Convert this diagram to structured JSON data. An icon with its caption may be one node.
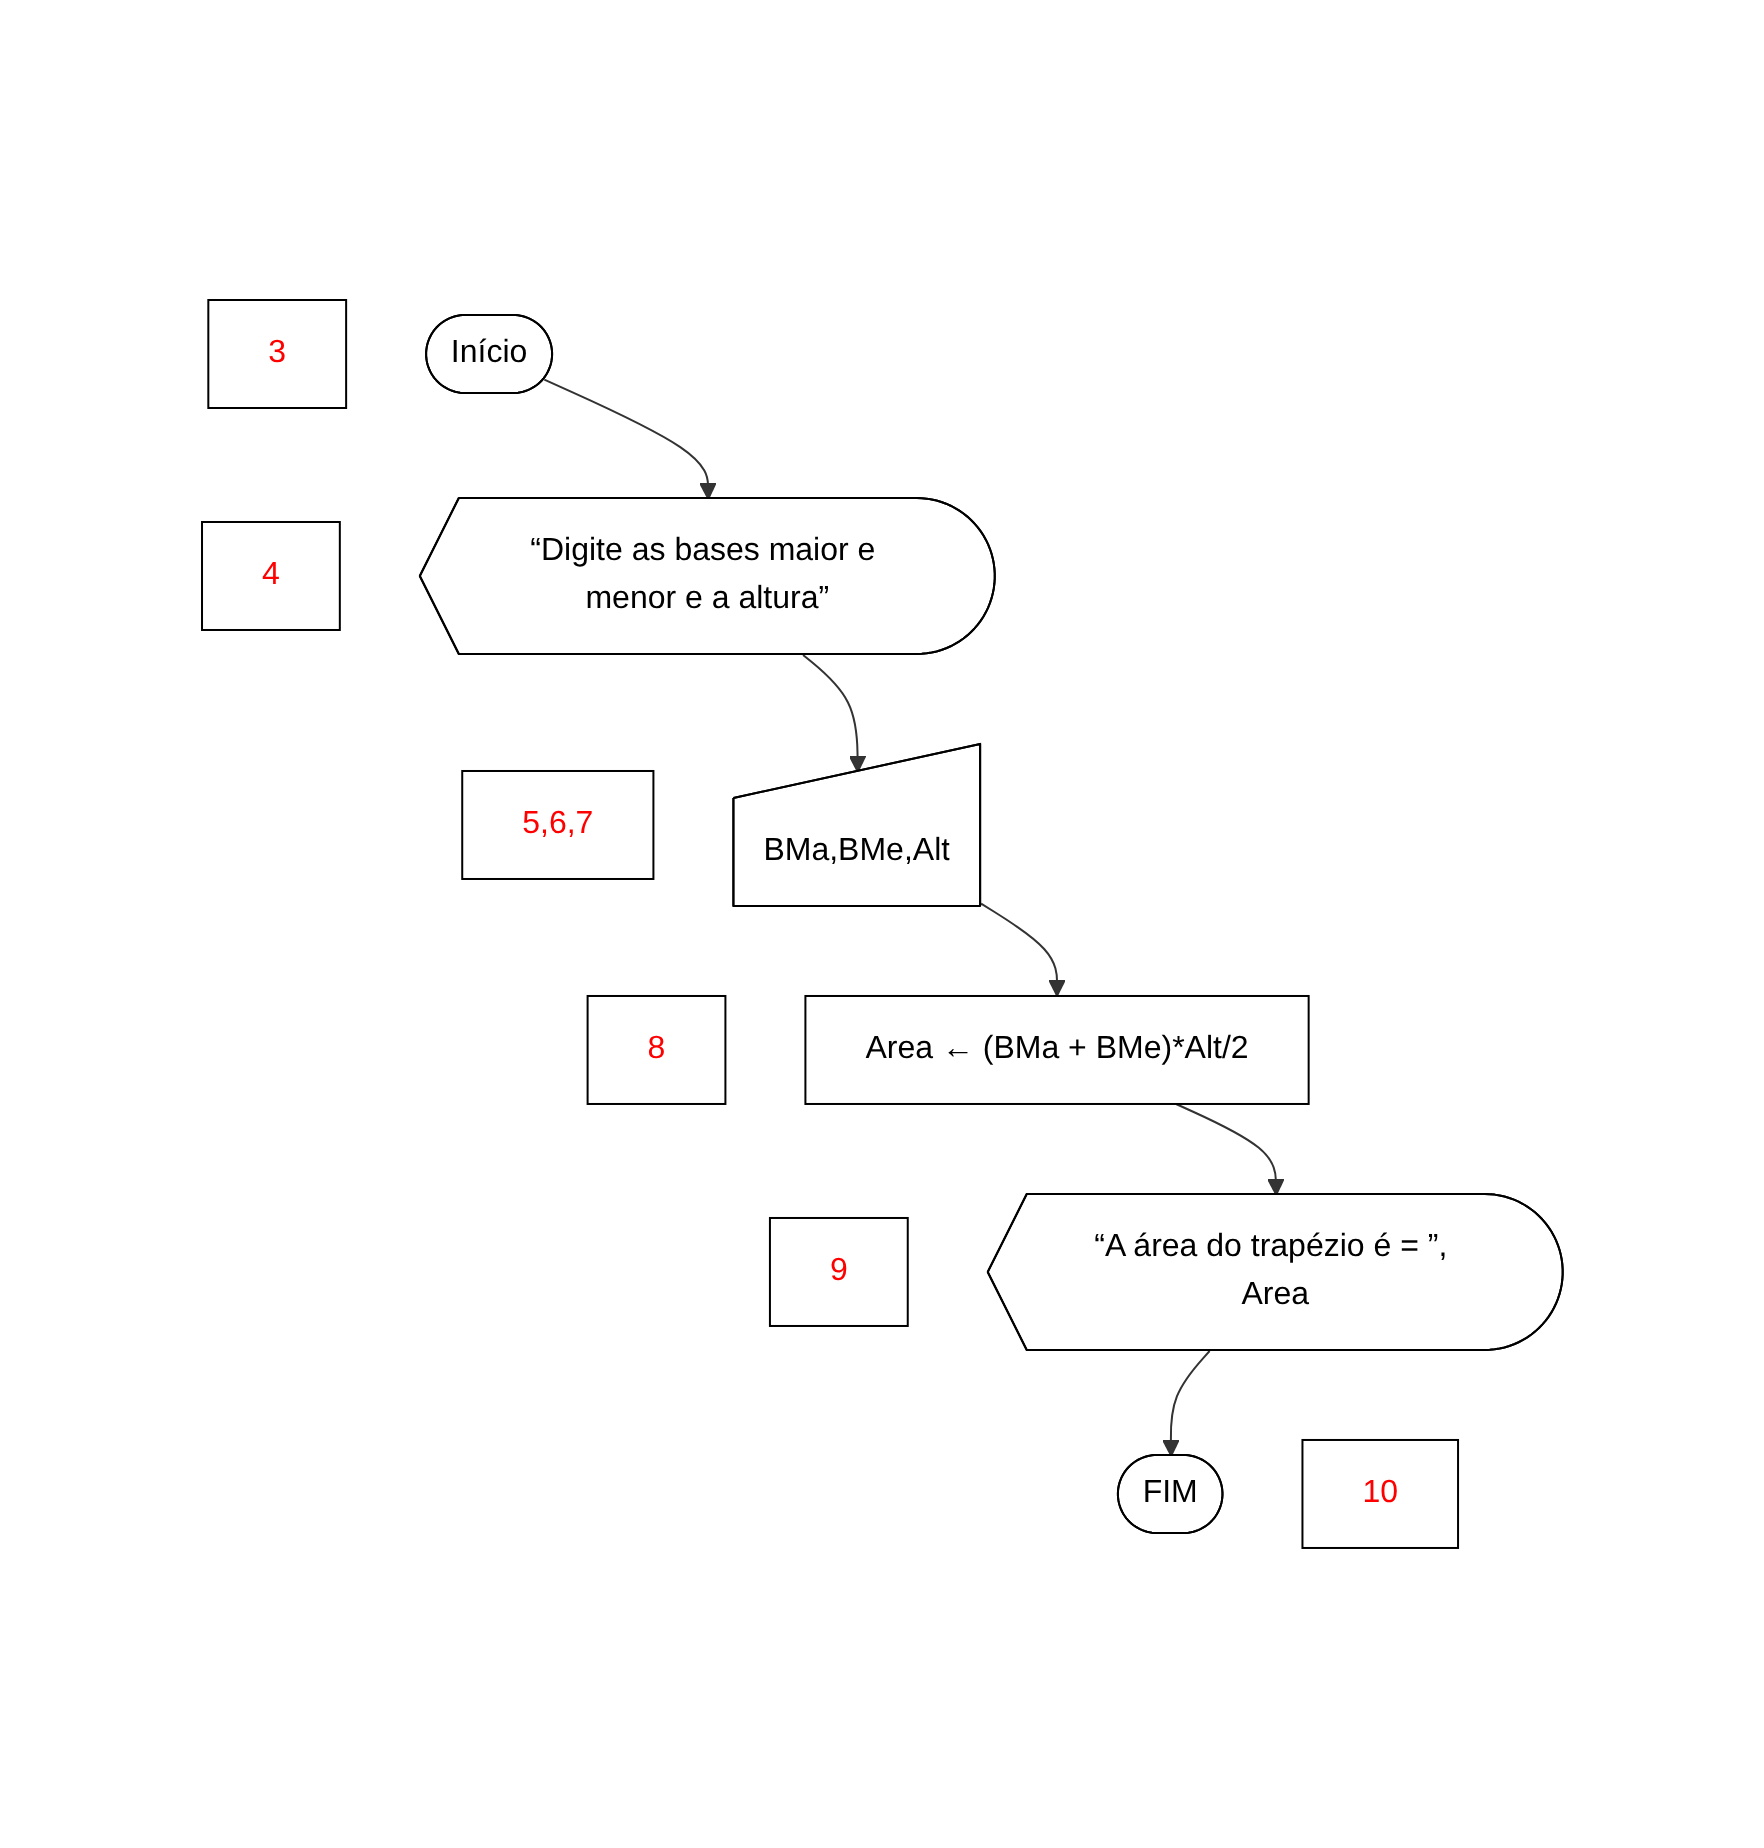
{
  "diagram": {
    "nodes": [
      {
        "text": [
          "3"
        ]
      },
      {
        "text": [
          "Início"
        ]
      },
      {
        "text": [
          "4"
        ]
      },
      {
        "text": [
          "“Digite as bases maior e menor e a altura”"
        ]
      },
      {
        "text": [
          "5,6,7"
        ]
      },
      {
        "text": [
          "BMa,BMe,Alt"
        ]
      },
      {
        "text": [
          "8"
        ]
      },
      {
        "text": [
          "Area ← (BMa + BMe)*Alt/2"
        ]
      },
      {
        "text": [
          "9"
        ]
      },
      {
        "text": [
          "“A área do trapézio é = ”, Area"
        ]
      },
      {
        "text": [
          "10"
        ]
      },
      {
        "text": [
          "FIM"
        ]
      }
    ],
    "edges": [
      {
        "from": 1,
        "to": 3,
        "arrow": "to"
      },
      {
        "from": 3,
        "to": 5,
        "arrow": "to"
      },
      {
        "from": 5,
        "to": 7,
        "arrow": "to"
      },
      {
        "from": 7,
        "to": 9,
        "arrow": "to"
      },
      {
        "from": 9,
        "to": 11,
        "arrow": "to"
      }
    ]
  }
}
